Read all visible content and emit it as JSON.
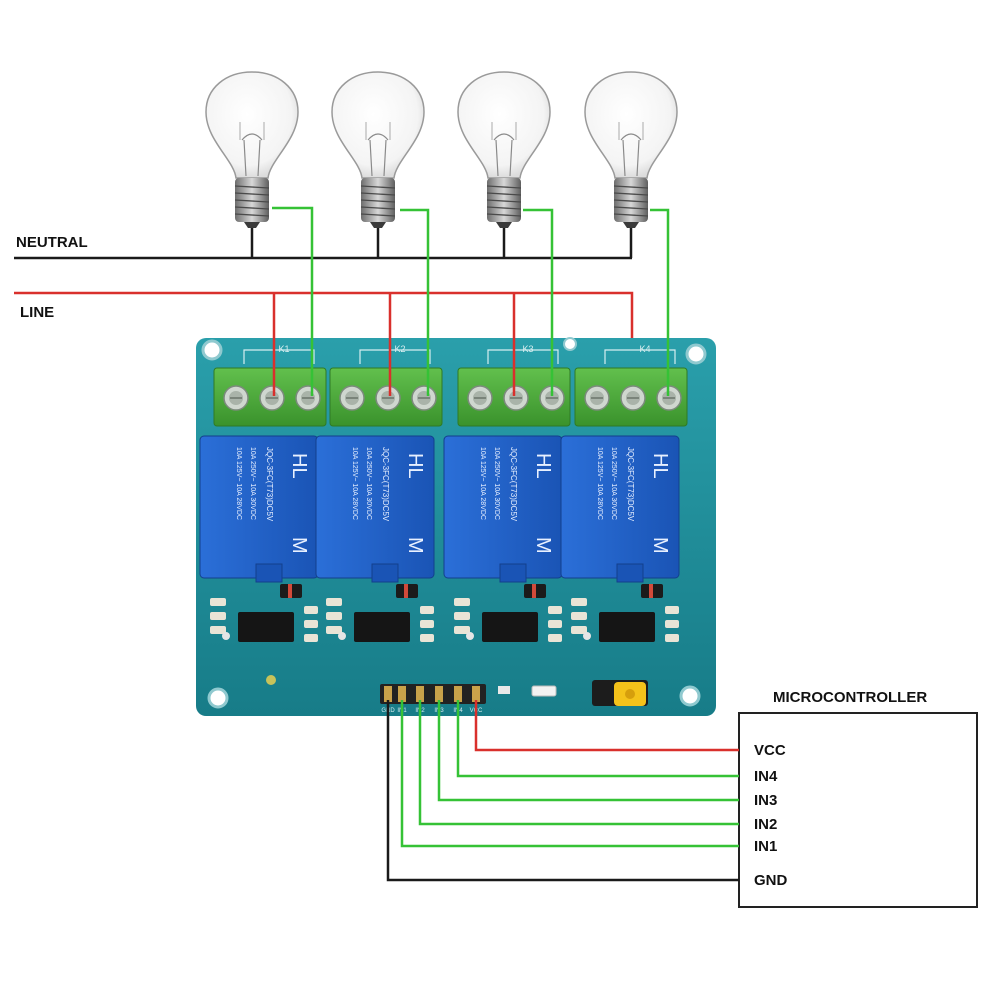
{
  "labels": {
    "neutral": "NEUTRAL",
    "line": "LINE",
    "microcontroller": "MICROCONTROLLER"
  },
  "mcu_pins": [
    "VCC",
    "IN4",
    "IN3",
    "IN2",
    "IN1",
    "GND"
  ],
  "relays": [
    {
      "id": "K1",
      "brand": "HL",
      "logo": "M",
      "line1": "JQC-3FC(T73)DC5V",
      "line2": "10A 250V~  10A 30VDC",
      "line3": "10A 125V~  10A 28VDC"
    },
    {
      "id": "K2",
      "brand": "HL",
      "logo": "M",
      "line1": "JQC-3FC(T73)DC5V",
      "line2": "10A 250V~  10A 30VDC",
      "line3": "10A 125V~  10A 28VDC"
    },
    {
      "id": "K3",
      "brand": "HL",
      "logo": "M",
      "line1": "JQC-3FC(T73)DC5V",
      "line2": "10A 250V~  10A 30VDC",
      "line3": "10A 125V~  10A 28VDC"
    },
    {
      "id": "K4",
      "brand": "HL",
      "logo": "M",
      "line1": "JQC-3FC(T73)DC5V",
      "line2": "10A 250V~  10A 30VDC",
      "line3": "10A 125V~  10A 28VDC"
    }
  ],
  "board_header": [
    "GND",
    "IN1",
    "IN2",
    "IN3",
    "IN4",
    "VCC"
  ],
  "colors": {
    "neutral_wire": "#1a1a1a",
    "line_wire": "#d9302c",
    "signal_wire": "#35c236",
    "pcb": "#1f8e9a",
    "relay": "#1f5fc9",
    "terminal": "#4aa83a"
  }
}
